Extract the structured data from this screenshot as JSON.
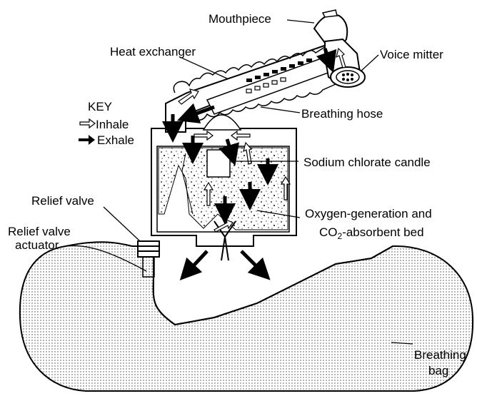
{
  "labels": {
    "mouthpiece": "Mouthpiece",
    "heat_exchanger": "Heat exchanger",
    "voice_mitter": "Voice mitter",
    "breathing_hose": "Breathing hose",
    "sodium_candle": "Sodium chlorate candle",
    "relief_valve": "Relief valve",
    "relief_actuator_line1": "Relief valve",
    "relief_actuator_line2": "actuator",
    "oxygen_bed_line1": "Oxygen-generation and",
    "oxygen_bed_co": "CO",
    "oxygen_bed_sub": "2",
    "oxygen_bed_rest": "-absorbent bed",
    "breathing_bag_line1": "Breathing",
    "breathing_bag_line2": "bag"
  },
  "key": {
    "title": "KEY",
    "inhale": "Inhale",
    "exhale": "Exhale"
  },
  "colors": {
    "line": "#000000",
    "fill": "#ffffff",
    "stipple": "#000000"
  },
  "icons": {
    "inhale": "hollow-arrow-icon",
    "exhale": "solid-arrow-icon"
  }
}
